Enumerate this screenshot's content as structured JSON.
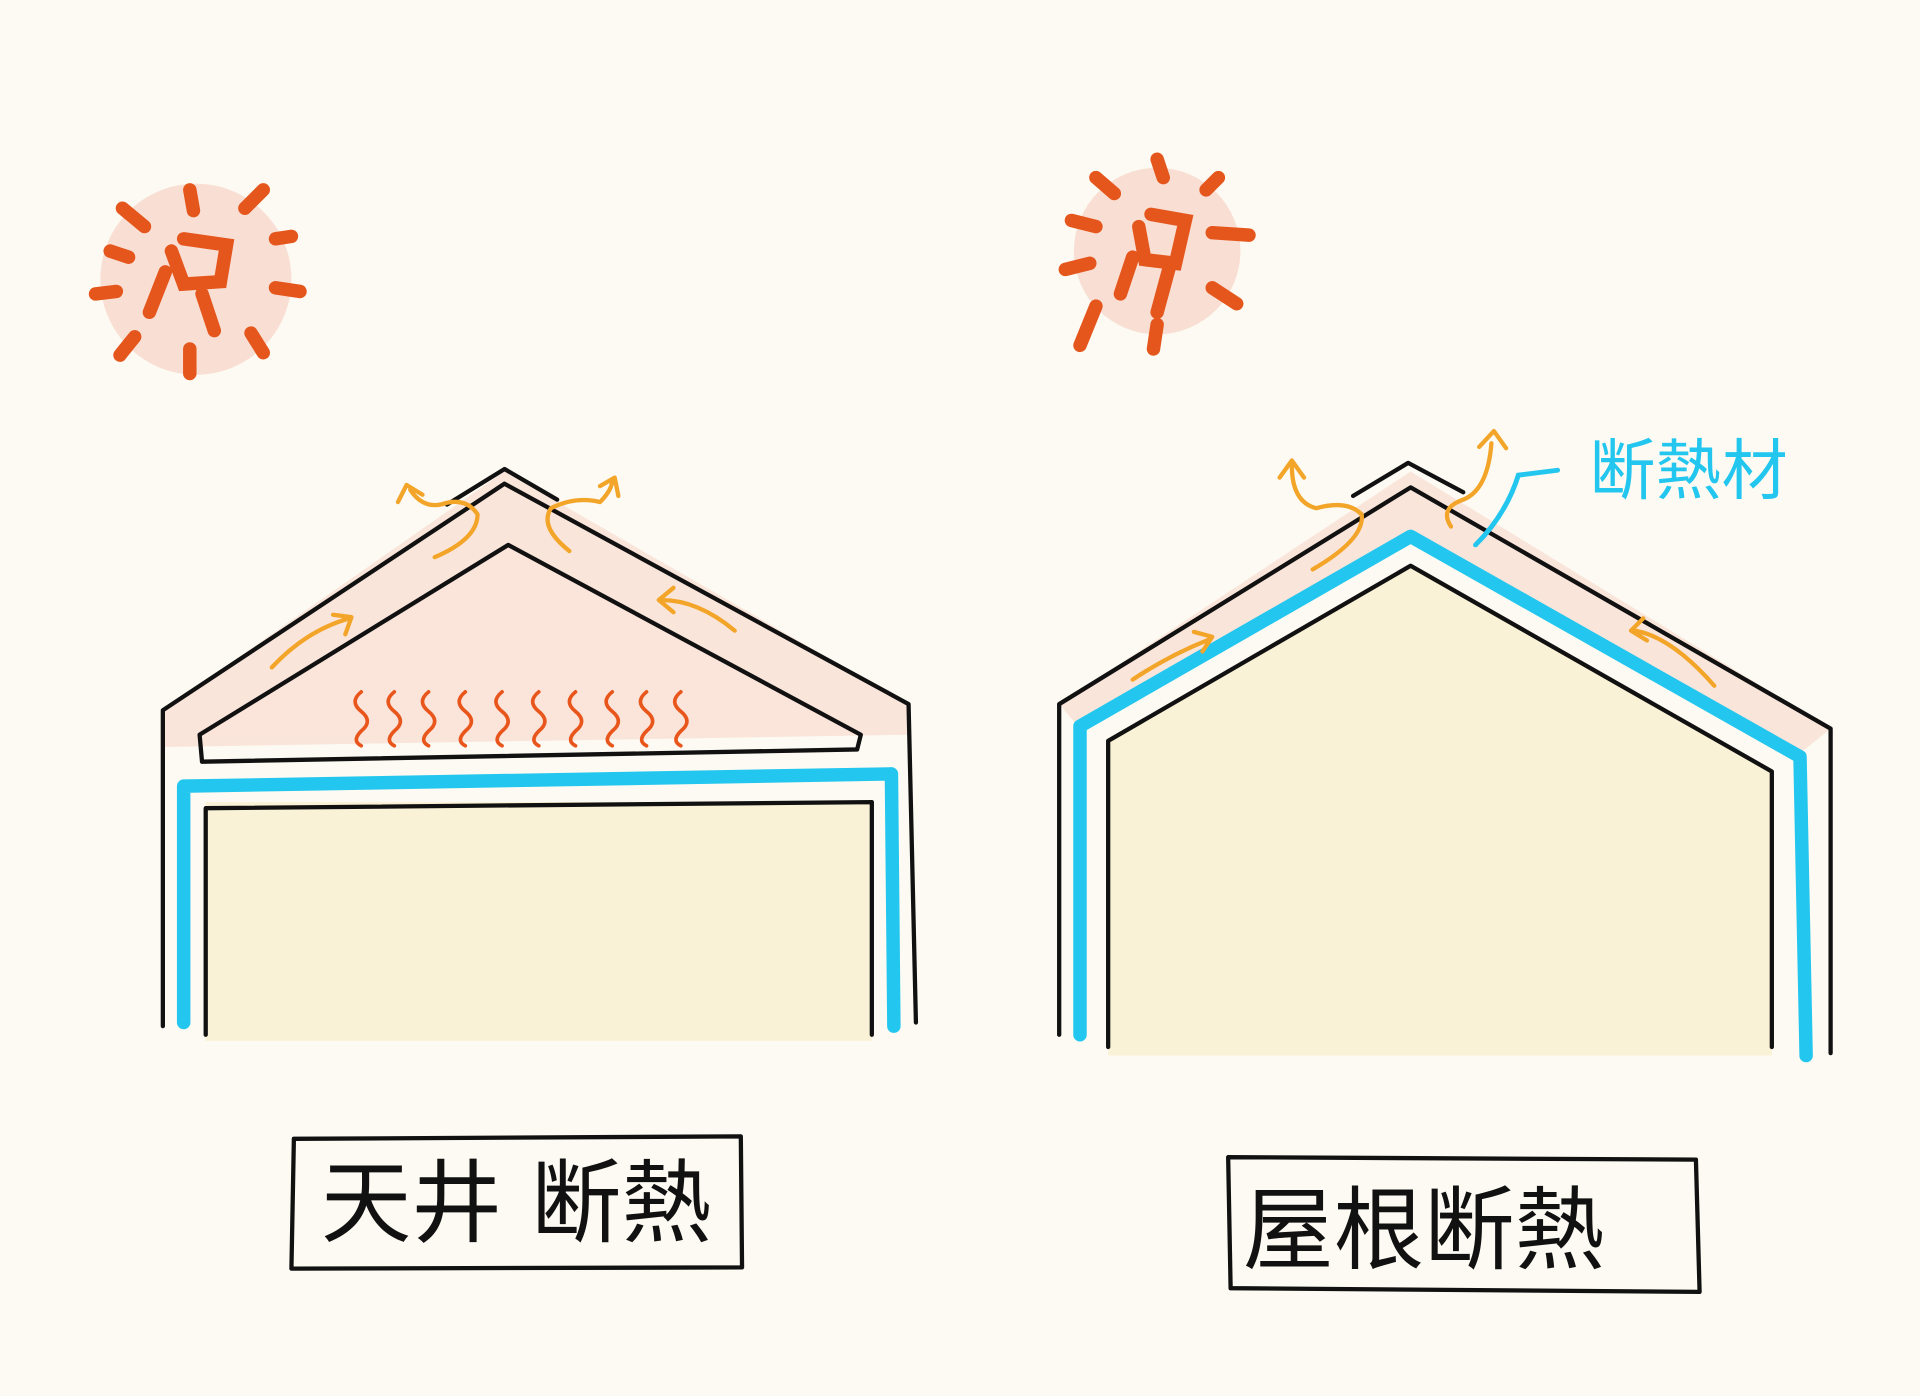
{
  "labels": {
    "left_caption": "天井 断熱",
    "right_caption": "屋根断熱",
    "insulation_callout": "断熱材"
  },
  "colors": {
    "background": "#fcfaf2",
    "insulation": "#22c6ee",
    "sun": "#e5561c",
    "heat_zone": "#f8d4c8",
    "airflow": "#f3a52a",
    "interior": "#faf2d6"
  }
}
